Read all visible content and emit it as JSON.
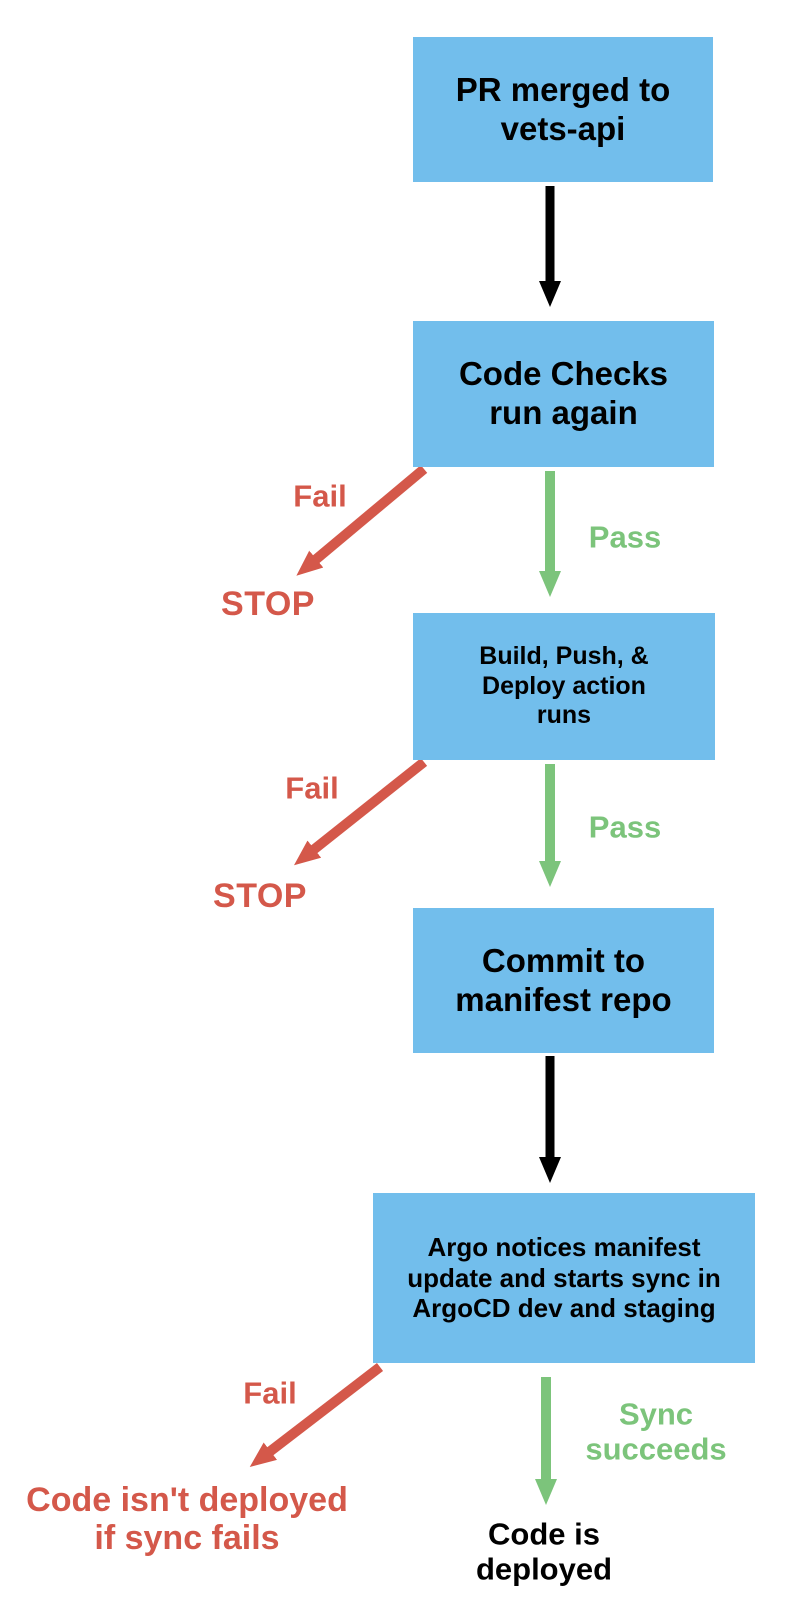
{
  "colors": {
    "node_fill": "#72BEEC",
    "fail": "#D4584A",
    "pass": "#7CC47B",
    "arrow": "#000000",
    "text": "#000000"
  },
  "nodes": [
    {
      "name": "pr-merged",
      "label": [
        "PR merged to",
        "vets-api"
      ]
    },
    {
      "name": "code-checks",
      "label": [
        "Code Checks",
        "run again"
      ]
    },
    {
      "name": "build-push-deploy",
      "label": [
        "Build, Push, &",
        "Deploy action",
        "runs"
      ]
    },
    {
      "name": "commit-manifest",
      "label": [
        "Commit to",
        "manifest repo"
      ]
    },
    {
      "name": "argo-sync",
      "label": [
        "Argo notices manifest",
        "update and starts sync in",
        "ArgoCD dev and staging"
      ]
    }
  ],
  "edge_labels": {
    "fail_1": "Fail",
    "pass_1": "Pass",
    "fail_2": "Fail",
    "pass_2": "Pass",
    "fail_3": "Fail",
    "sync_succeeds": [
      "Sync",
      "succeeds"
    ]
  },
  "outcomes": {
    "stop_1": "STOP",
    "stop_2": "STOP",
    "not_deployed": [
      "Code isn't deployed",
      "if sync fails"
    ],
    "deployed": "Code is deployed"
  }
}
